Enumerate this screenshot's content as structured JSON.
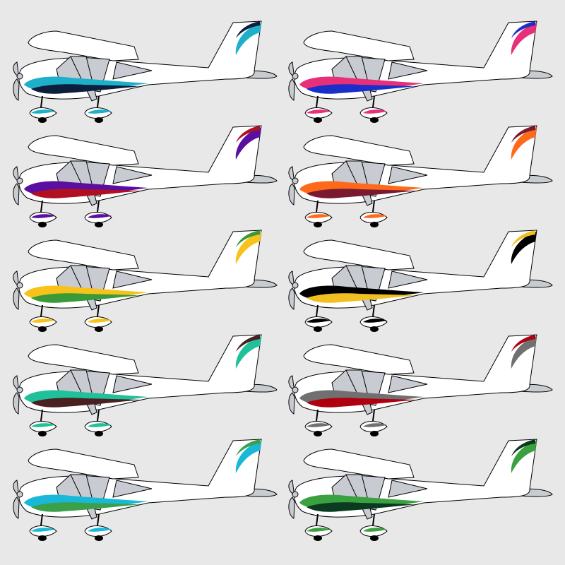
{
  "background_color": "#e8e8e8",
  "base_colors": {
    "fuselage": "#ffffff",
    "outline": "#000000",
    "window": "#c8cbd1",
    "strut": "#c8cbd1",
    "propeller": "#c8cbd1",
    "tire": "#000000"
  },
  "variants": [
    {
      "name": "teal-navy",
      "primary": "#1fb0c9",
      "secondary": "#0c1f3d"
    },
    {
      "name": "pink-blue",
      "primary": "#e8307a",
      "secondary": "#1a2fc9"
    },
    {
      "name": "purple-red",
      "primary": "#5a0fa0",
      "secondary": "#b01020"
    },
    {
      "name": "orange-maroon",
      "primary": "#ff6a1a",
      "secondary": "#7a1a30"
    },
    {
      "name": "yellow-green",
      "primary": "#f7c21a",
      "secondary": "#3a9a3a"
    },
    {
      "name": "black-yellow",
      "primary": "#000000",
      "secondary": "#f0c020"
    },
    {
      "name": "mint-brown",
      "primary": "#1fc09a",
      "secondary": "#4a2020"
    },
    {
      "name": "gray-red",
      "primary": "#707070",
      "secondary": "#b00010"
    },
    {
      "name": "cyan-green",
      "primary": "#1ab8d8",
      "secondary": "#3aa04a"
    },
    {
      "name": "green-darkgreen",
      "primary": "#3aa040",
      "secondary": "#0a3a20"
    }
  ]
}
